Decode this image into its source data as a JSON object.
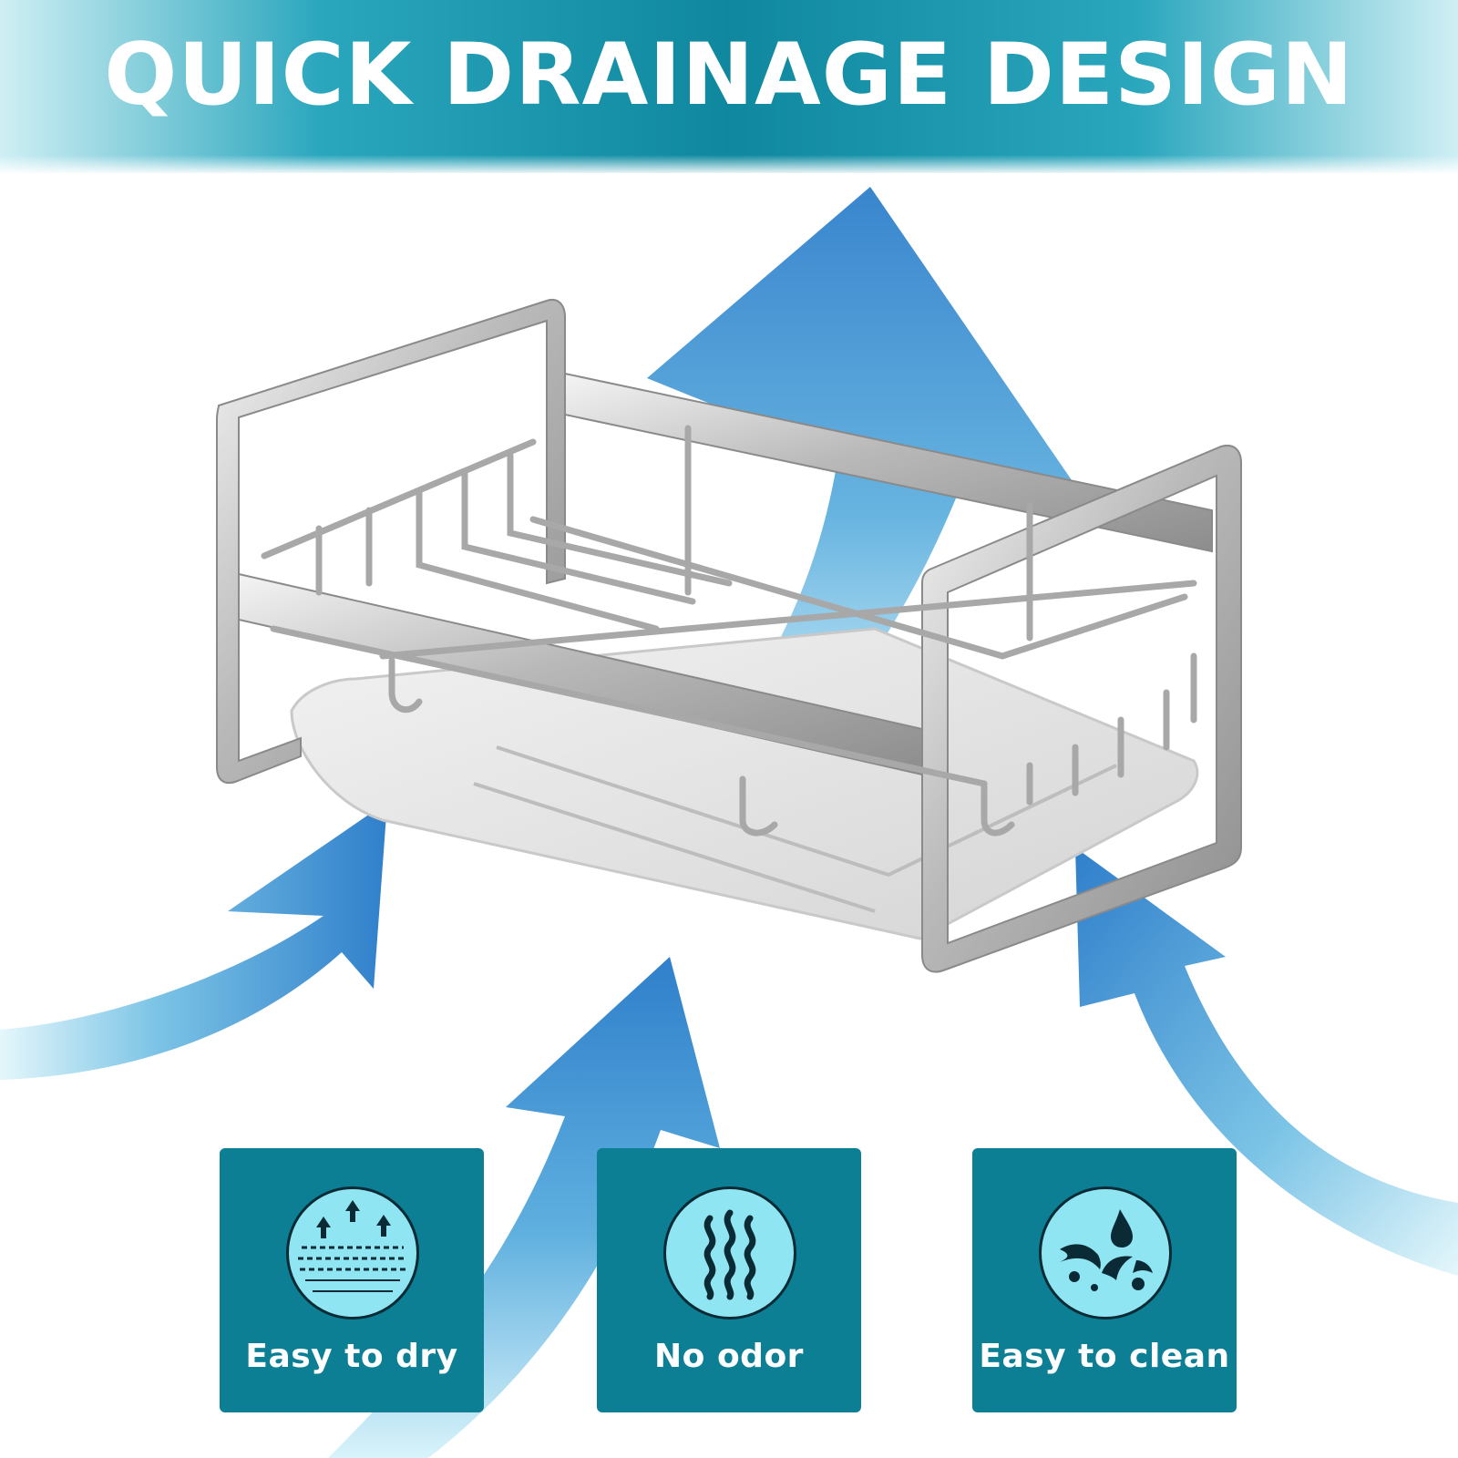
{
  "banner": {
    "title": "QUICK DRAINAGE DESIGN"
  },
  "features": [
    {
      "label": "Easy to dry",
      "icon": "evaporation-icon"
    },
    {
      "label": "No odor",
      "icon": "odor-waves-icon"
    },
    {
      "label": "Easy to clean",
      "icon": "water-splash-icon"
    }
  ],
  "colors": {
    "banner_teal": "#0f889f",
    "card_teal": "#0c7f95",
    "arrow_blue": "#3b87cf",
    "icon_circle": "#8fe6f2"
  }
}
